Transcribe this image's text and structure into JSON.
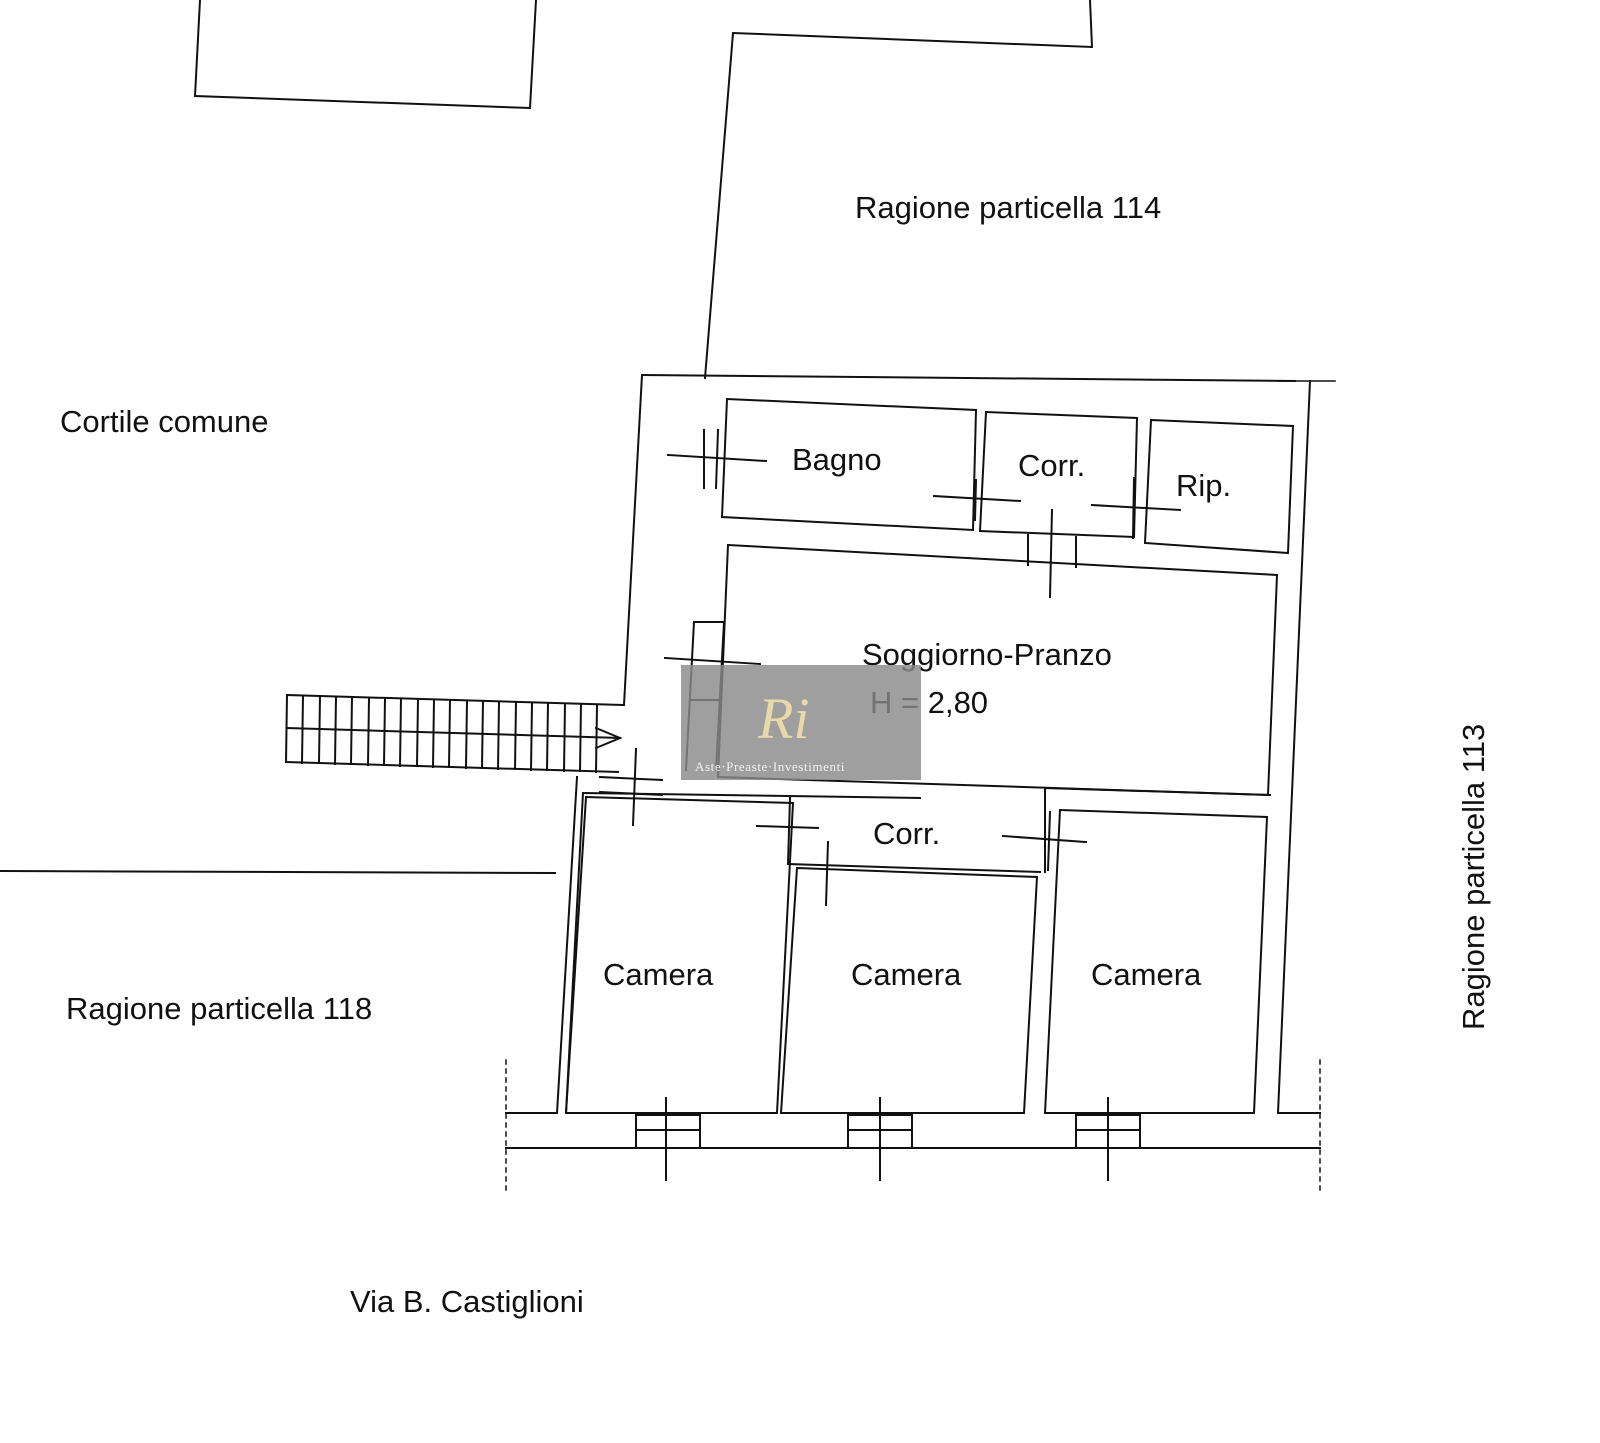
{
  "labels": {
    "ragione_114": "Ragione particella 114",
    "cortile": "Cortile comune",
    "ragione_118": "Ragione particella 118",
    "ragione_113": "Ragione particella 113",
    "via": "Via B. Castiglioni",
    "bagno": "Bagno",
    "corr_top": "Corr.",
    "rip": "Rip.",
    "soggiorno": "Soggiorno-Pranzo",
    "height": "H = 2,80",
    "corr_mid": "Corr.",
    "camera_1": "Camera",
    "camera_2": "Camera",
    "camera_3": "Camera"
  },
  "watermark": {
    "text": "Aste·Preaste·Investimenti",
    "logo_mark": "Ri"
  }
}
